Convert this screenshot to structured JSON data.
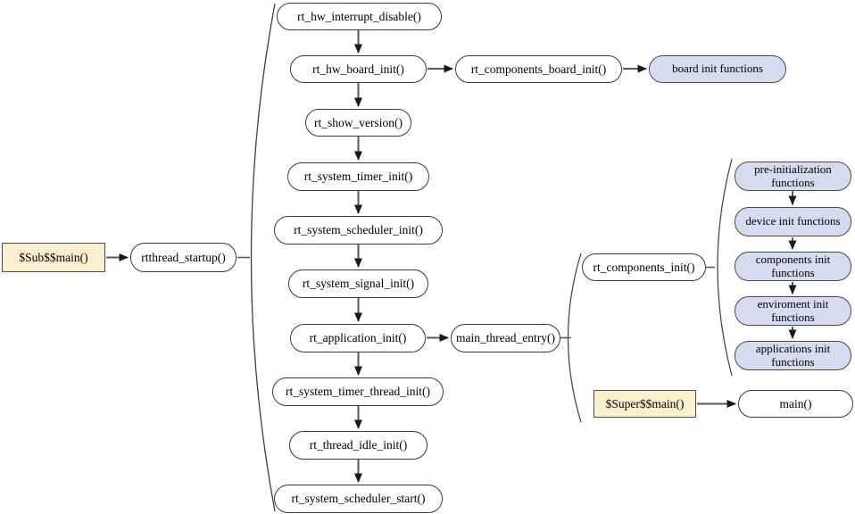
{
  "colors": {
    "plain_fill": "#FFFFFF",
    "highlight_fill": "#FBEFCE",
    "module_fill": "#D5DCEF",
    "border": "#3B3B3B",
    "line": "#595959",
    "arrow": "#1A1A1A"
  },
  "nodes": {
    "sub_main": "$Sub$$main()",
    "rtthread_startup": "rtthread_startup()",
    "chain": [
      "rt_hw_interrupt_disable()",
      "rt_hw_board_init()",
      "rt_show_version()",
      "rt_system_timer_init()",
      "rt_system_scheduler_init()",
      "rt_system_signal_init()",
      "rt_application_init()",
      "rt_system_timer_thread_init()",
      "rt_thread_idle_init()",
      "rt_system_scheduler_start()"
    ],
    "rt_components_board_init": "rt_components_board_init()",
    "board_init_functions": "board init functions",
    "main_thread_entry": "main_thread_entry()",
    "rt_components_init": "rt_components_init()",
    "super_main": "$Super$$main()",
    "main": "main()",
    "init_stack": [
      "pre-initialization functions",
      "device init functions",
      "components init functions",
      "enviroment init functions",
      "applications init functions"
    ]
  }
}
